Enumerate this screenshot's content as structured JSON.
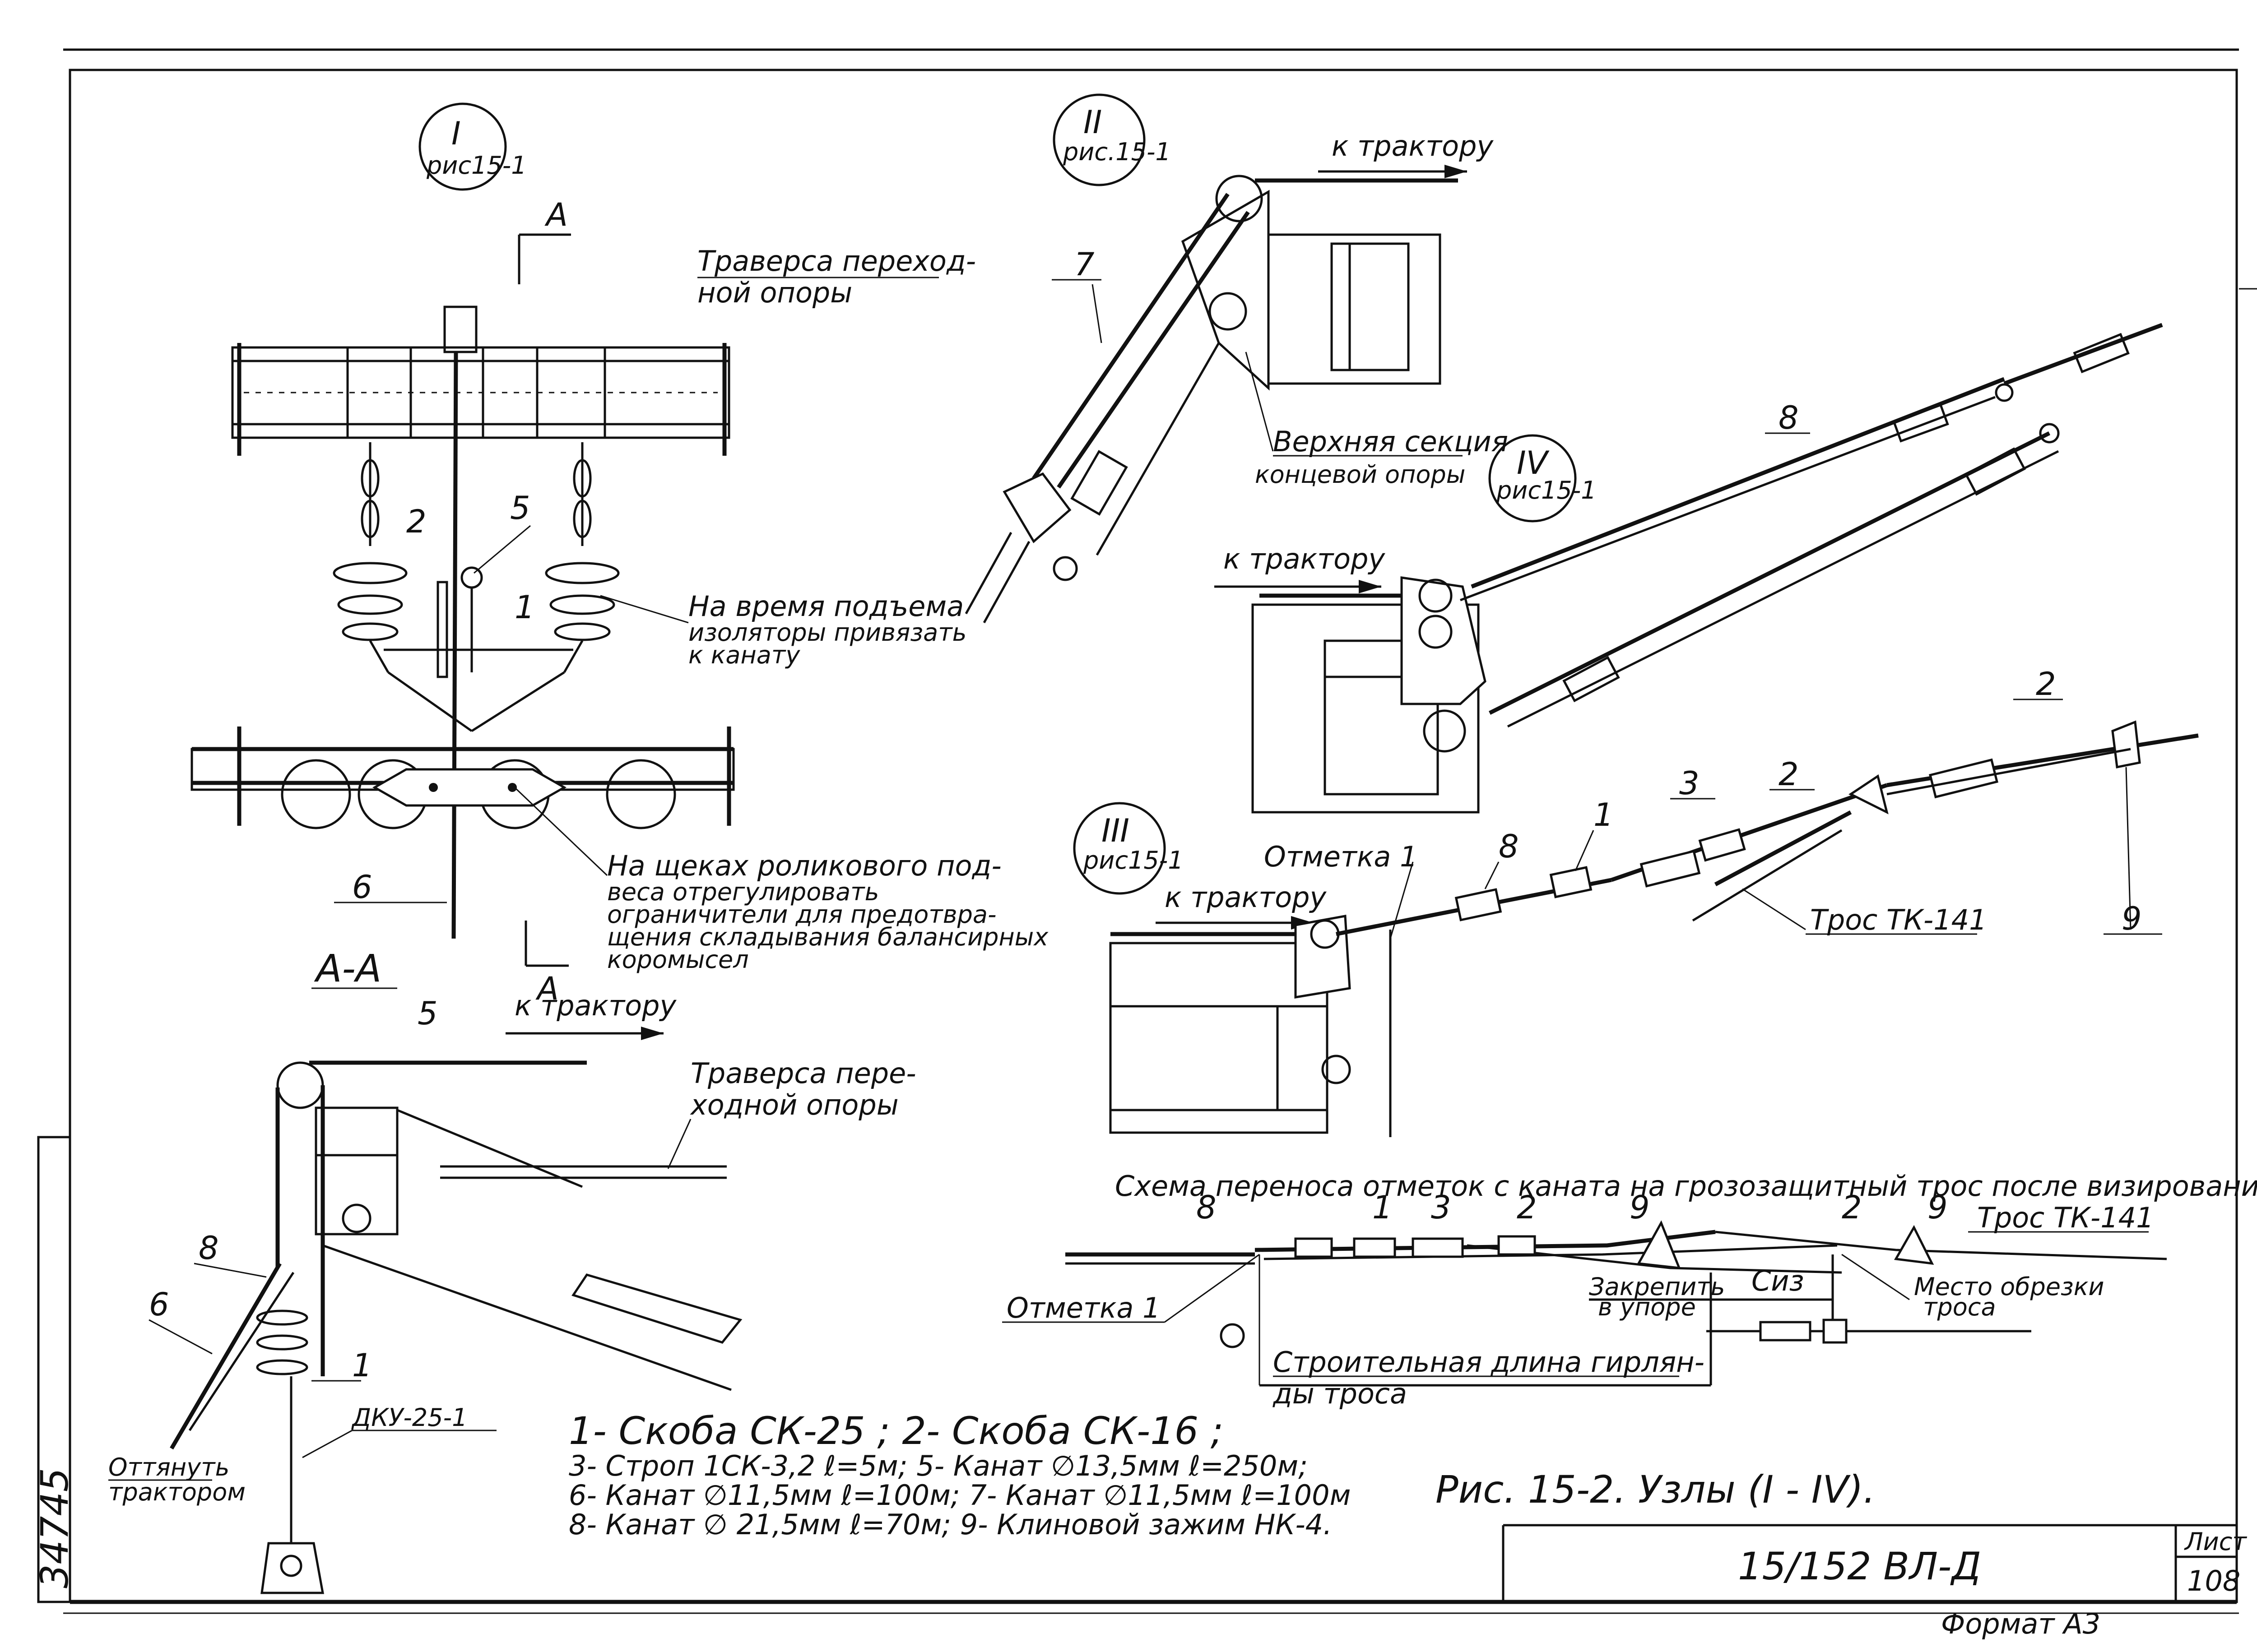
{
  "markers": {
    "node1": {
      "numeral": "I",
      "ref": "рис15-1"
    },
    "node2": {
      "numeral": "II",
      "ref": "рис.15-1"
    },
    "node3": {
      "numeral": "III",
      "ref": "рис15-1"
    },
    "node4": {
      "numeral": "IV",
      "ref": "рис15-1"
    }
  },
  "section_mark": {
    "letter": "A",
    "title": "А-А"
  },
  "labels": {
    "traverse_transition_1": "Траверса переход-",
    "traverse_transition_2": "ной опоры",
    "to_tractor": "к трактору",
    "upper_section_1": "Верхняя секция",
    "upper_section_2": "концевой опоры",
    "lifting_note_1": "На время подъема",
    "lifting_note_2": "изоляторы привязать",
    "lifting_note_3": "к канату",
    "roller_note_1": "На щеках роликового под-",
    "roller_note_2": "веса отрегулировать",
    "roller_note_3": "ограничители для предотвра-",
    "roller_note_4": "щения складывания балансирных",
    "roller_note_5": "коромысел",
    "traverse_section_1": "Траверса пере-",
    "traverse_section_2": "ходной опоры",
    "mark_1": "Отметка 1",
    "cable_tk141": "Трос ТК-141",
    "scheme_title": "Схема переноса отметок с каната на грозозащитный трос после визирования",
    "scheme_mark": "Отметка 1",
    "tighten_1": "Закрепить",
    "tighten_2": "в упоре",
    "cut_place_1": "Место обрезки",
    "cut_place_2": "троса",
    "c_iz": "Сиз",
    "build_length_1": "Строительная длина гирлян-",
    "build_length_2": "ды троса",
    "pull_tractor_1": "Оттянуть",
    "pull_tractor_2": "трактором",
    "dku": "ДКУ-25-1"
  },
  "numbers": {
    "n1": "1",
    "n2": "2",
    "n3": "3",
    "n5": "5",
    "n6": "6",
    "n7": "7",
    "n8": "8",
    "n9": "9"
  },
  "legend": {
    "line1": "1- Скоба СК-25 ; 2- Скоба СК-16 ;",
    "line2": "3- Строп 1СК-3,2 ℓ=5м; 5- Канат ∅13,5мм ℓ=250м;",
    "line3": "6- Канат ∅11,5мм ℓ=100м; 7- Канат ∅11,5мм ℓ=100м",
    "line4": "8- Канат ∅ 21,5мм ℓ=70м; 9- Клиновой зажим НК-4."
  },
  "figure_caption": "Рис. 15-2.   Узлы (I - IV).",
  "title_block": {
    "doc_code": "15/152 ВЛ-Д",
    "sheet_label": "Лист",
    "sheet_number": "108",
    "format": "Формат А3"
  },
  "margin_stamp": "34745"
}
